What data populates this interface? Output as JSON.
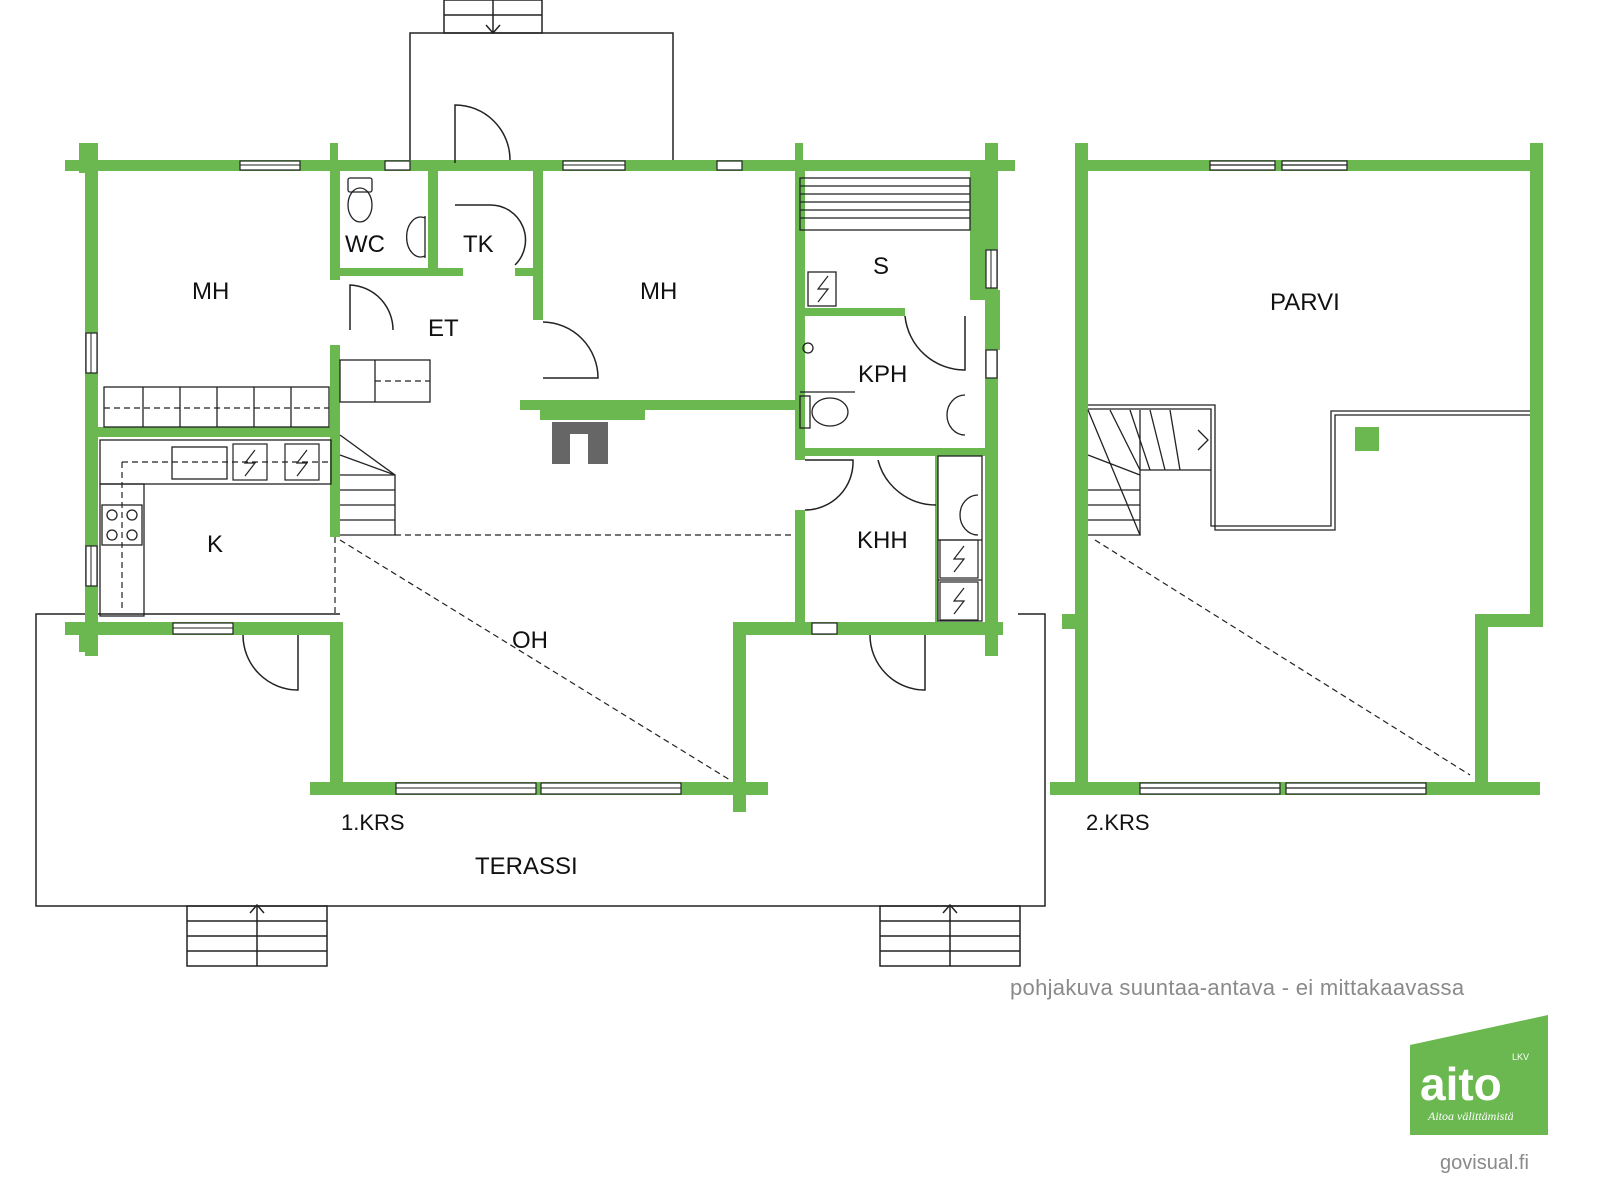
{
  "rooms_floor1": {
    "mh_left": "MH",
    "wc": "WC",
    "tk": "TK",
    "et": "ET",
    "mh_right": "MH",
    "s": "S",
    "kph": "KPH",
    "k": "K",
    "oh": "OH",
    "khh": "KHH",
    "terassi": "TERASSI"
  },
  "rooms_floor2": {
    "parvi": "PARVI"
  },
  "floor_labels": {
    "first": "1.KRS",
    "second": "2.KRS"
  },
  "footer": {
    "disclaimer": "pohjakuva suuntaa-antava - ei mittakaavassa",
    "credit": "govisual.fi"
  },
  "logo": {
    "wordmark": "aito",
    "badge": "LKV",
    "slogan": "Aitoa välittämistä"
  },
  "colors": {
    "wall": "#6ab84f",
    "line": "#222222",
    "logo_bg": "#6ab84f"
  }
}
